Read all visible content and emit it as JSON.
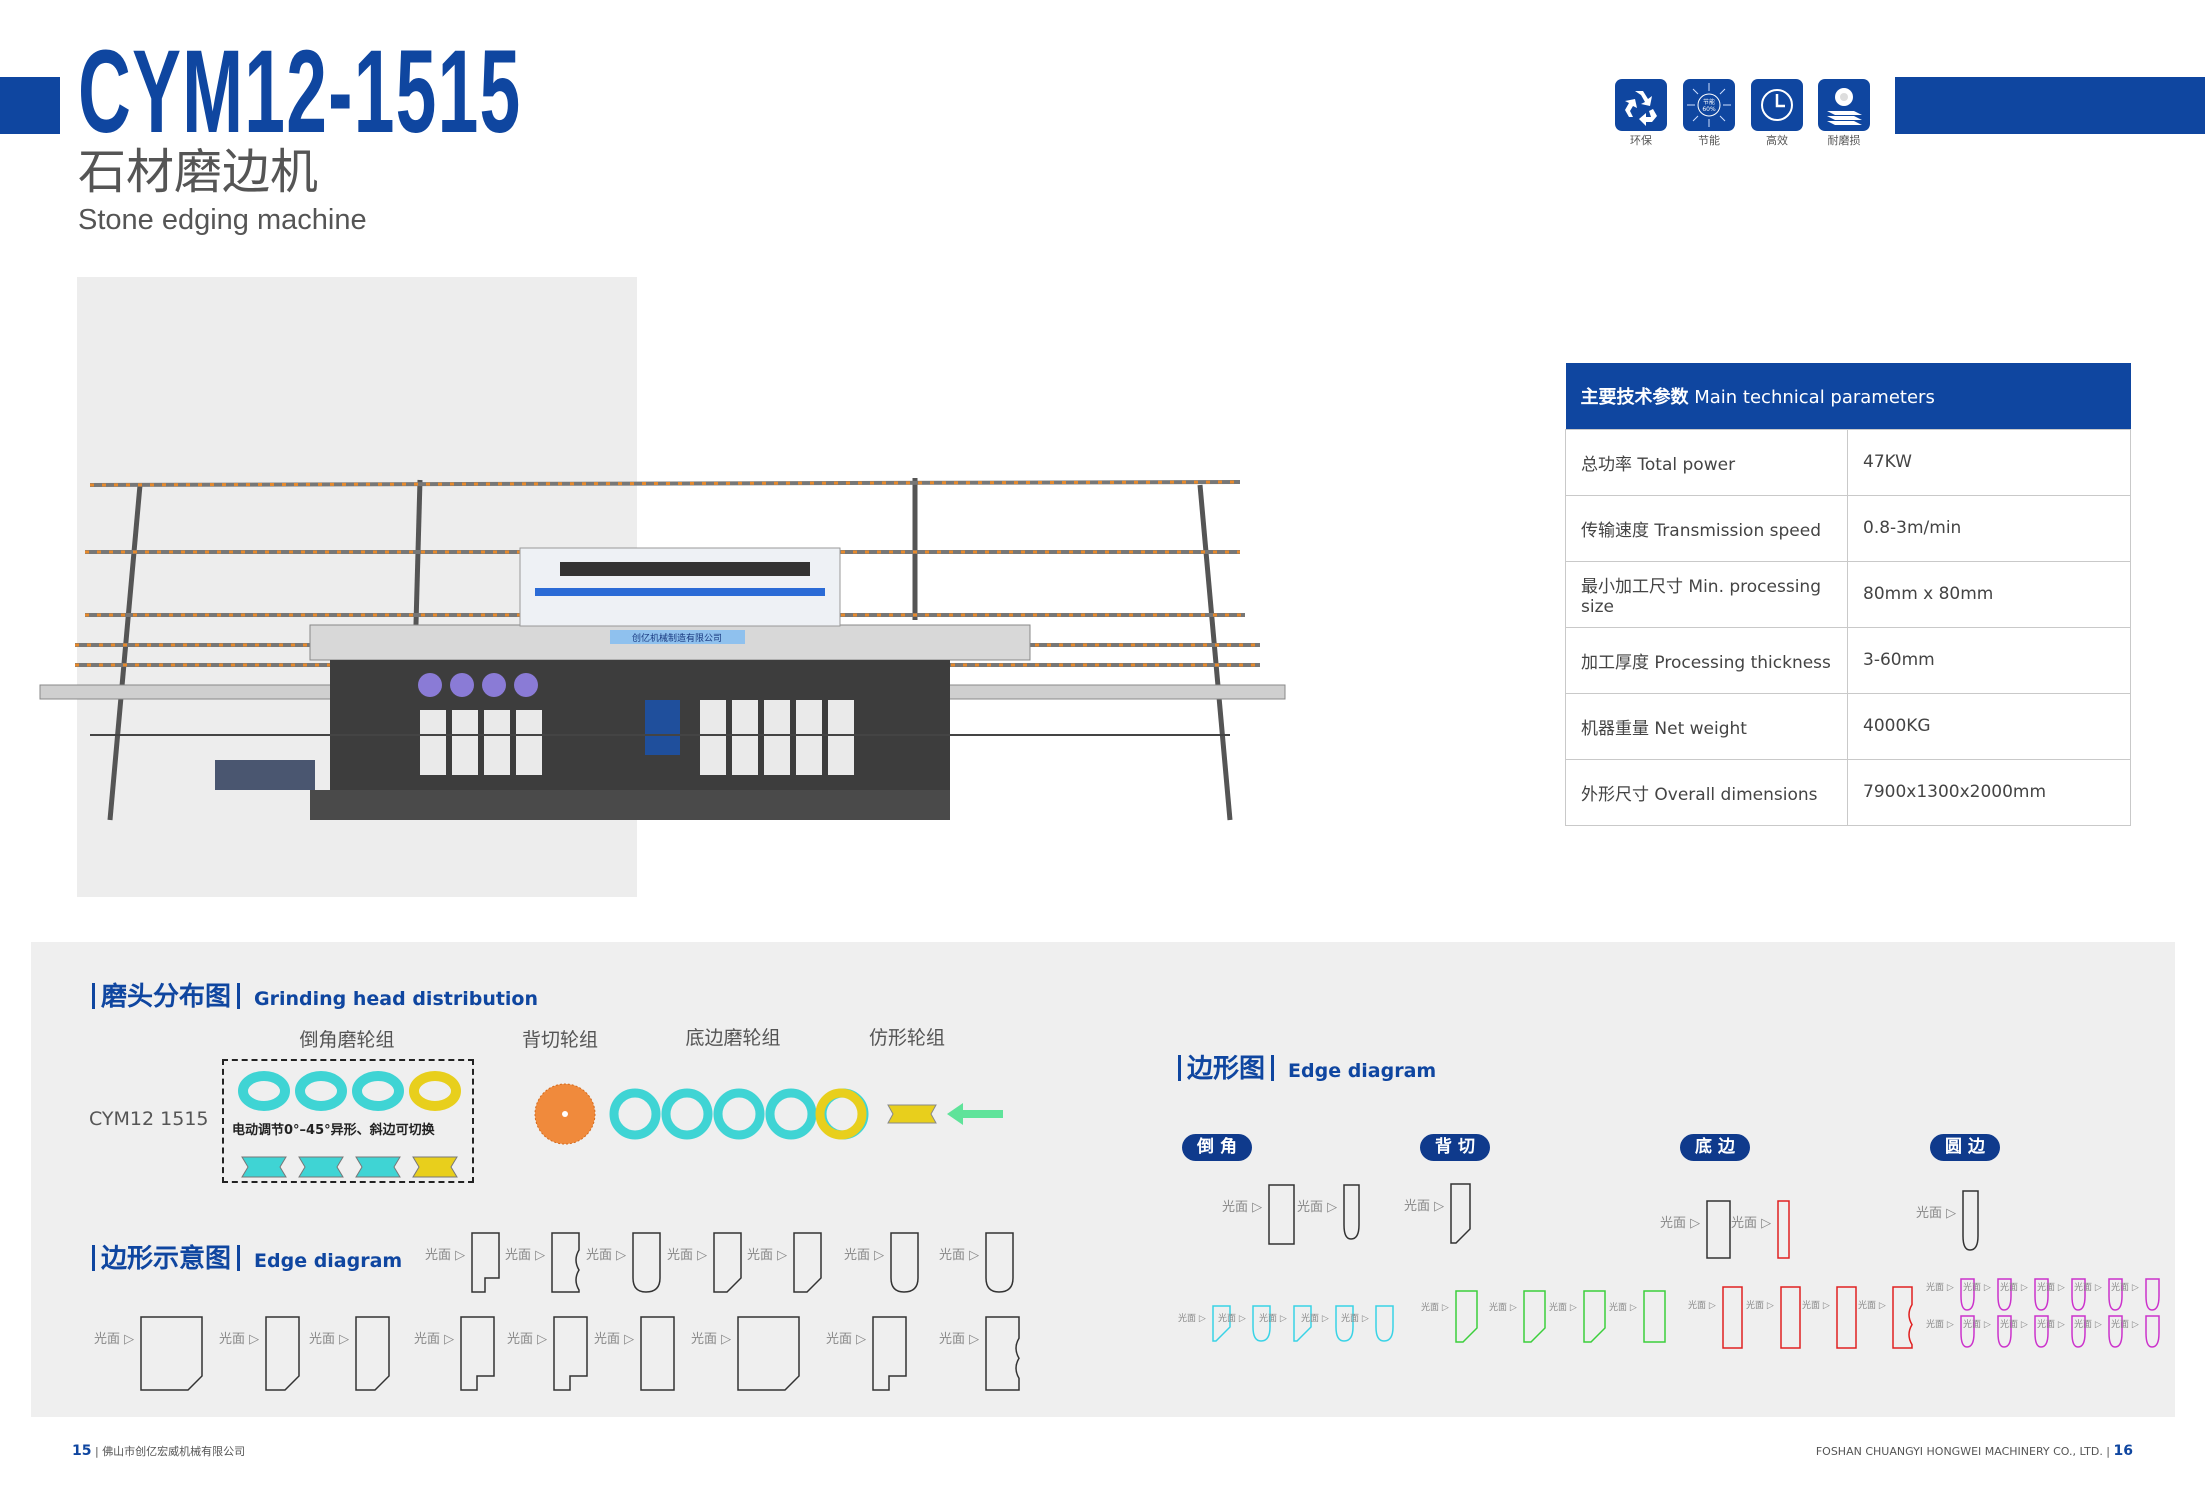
{
  "header": {
    "model": "CYM12-1515",
    "title_cn": "石材磨边机",
    "title_en": "Stone edging machine"
  },
  "features": [
    {
      "icon": "recycle-icon",
      "label": "环保"
    },
    {
      "icon": "energy-saving-icon",
      "label": "节能",
      "badge_text": "节能 60%"
    },
    {
      "icon": "clock-icon",
      "label": "高效"
    },
    {
      "icon": "wear-resistant-icon",
      "label": "耐磨损"
    }
  ],
  "specs": {
    "title_cn": "主要技术参数",
    "title_en": "Main technical parameters",
    "rows": [
      {
        "label": "总功率 Total power",
        "value": "47KW"
      },
      {
        "label": "传输速度 Transmission speed",
        "value": "0.8-3m/min"
      },
      {
        "label": "最小加工尺寸 Min. processing size",
        "value": "80mm x 80mm"
      },
      {
        "label": "加工厚度 Processing thickness",
        "value": "3-60mm"
      },
      {
        "label": "机器重量 Net weight",
        "value": "4000KG"
      },
      {
        "label": "外形尺寸 Overall dimensions",
        "value": "7900x1300x2000mm"
      }
    ]
  },
  "grinding": {
    "title_cn": "磨头分布图",
    "title_en": "Grinding head distribution",
    "model": "CYM12 1515",
    "groups": [
      "倒角磨轮组",
      "背切轮组",
      "底边磨轮组",
      "仿形轮组"
    ],
    "note": "电动调节0°–45°异形、斜边可切换",
    "colors": {
      "cyan": "#3fd4d4",
      "yellow": "#e8cf1c",
      "orange": "#f08a3c",
      "green": "#5fe39a"
    }
  },
  "edge_left": {
    "title_cn": "边形示意图",
    "title_en": "Edge diagram"
  },
  "edge_right": {
    "title_cn": "边形图",
    "title_en": "Edge diagram",
    "categories": [
      "倒角",
      "背切",
      "底边",
      "圆边"
    ]
  },
  "polished_face": "光面",
  "footer": {
    "left_page": "15",
    "left_company": "佛山市创亿宏威机械有限公司",
    "right_company": "FOSHAN CHUANGYI HONGWEI MACHINERY CO., LTD.",
    "right_page": "16"
  },
  "machine": {
    "nameplate": "创亿机械制造有限公司"
  }
}
